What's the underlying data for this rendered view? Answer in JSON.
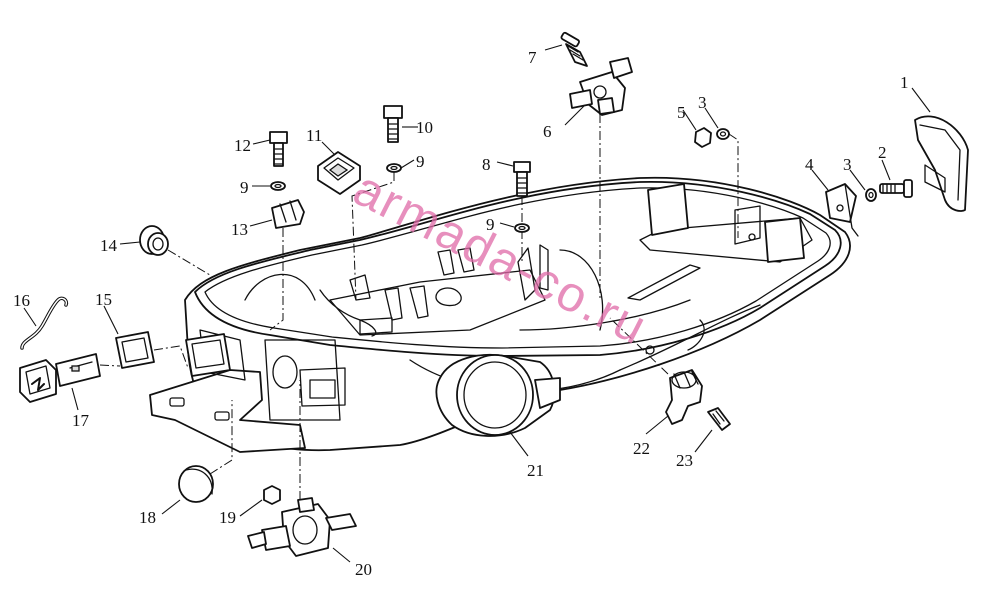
{
  "diagram": {
    "watermark": "armada-co.ru",
    "callouts": [
      "1",
      "2",
      "3",
      "3",
      "4",
      "5",
      "6",
      "7",
      "8",
      "9",
      "9",
      "9",
      "10",
      "11",
      "12",
      "13",
      "14",
      "15",
      "16",
      "17",
      "18",
      "19",
      "20",
      "21",
      "22",
      "23"
    ]
  }
}
